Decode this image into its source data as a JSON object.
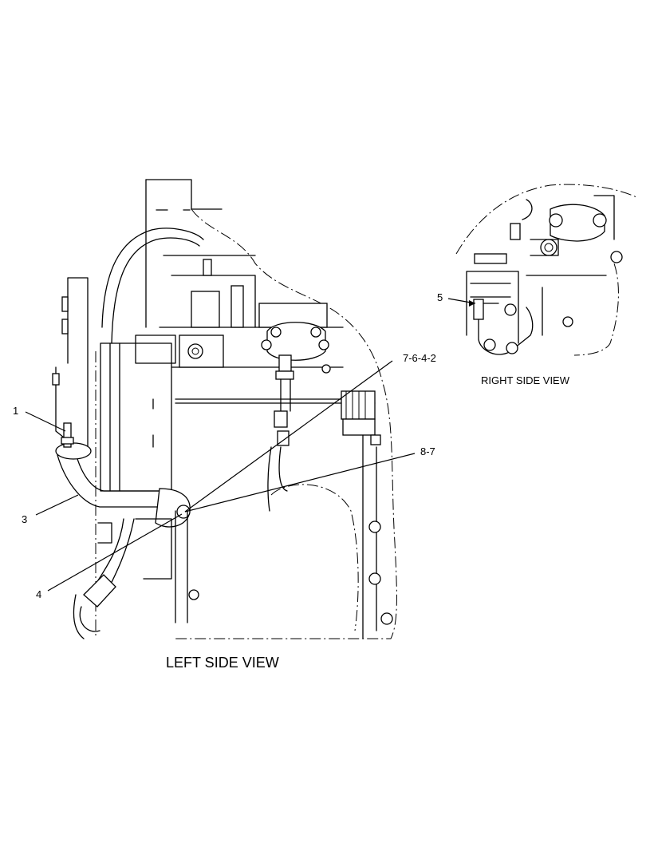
{
  "views": {
    "left": {
      "caption": "LEFT SIDE VIEW"
    },
    "right": {
      "caption": "RIGHT SIDE VIEW"
    }
  },
  "callouts": {
    "c1": "1",
    "c3": "3",
    "c4": "4",
    "c5": "5",
    "c7642": "7-6-4-2",
    "c87": "8-7"
  }
}
